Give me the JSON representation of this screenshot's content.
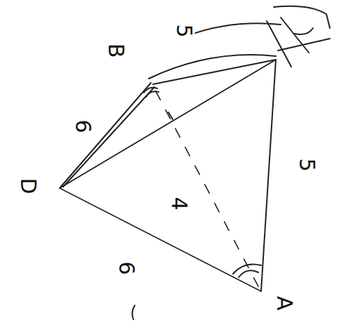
{
  "diagram": {
    "labels": [
      "B",
      "6",
      "5",
      "D",
      "6",
      "5",
      "4",
      "A"
    ]
  }
}
